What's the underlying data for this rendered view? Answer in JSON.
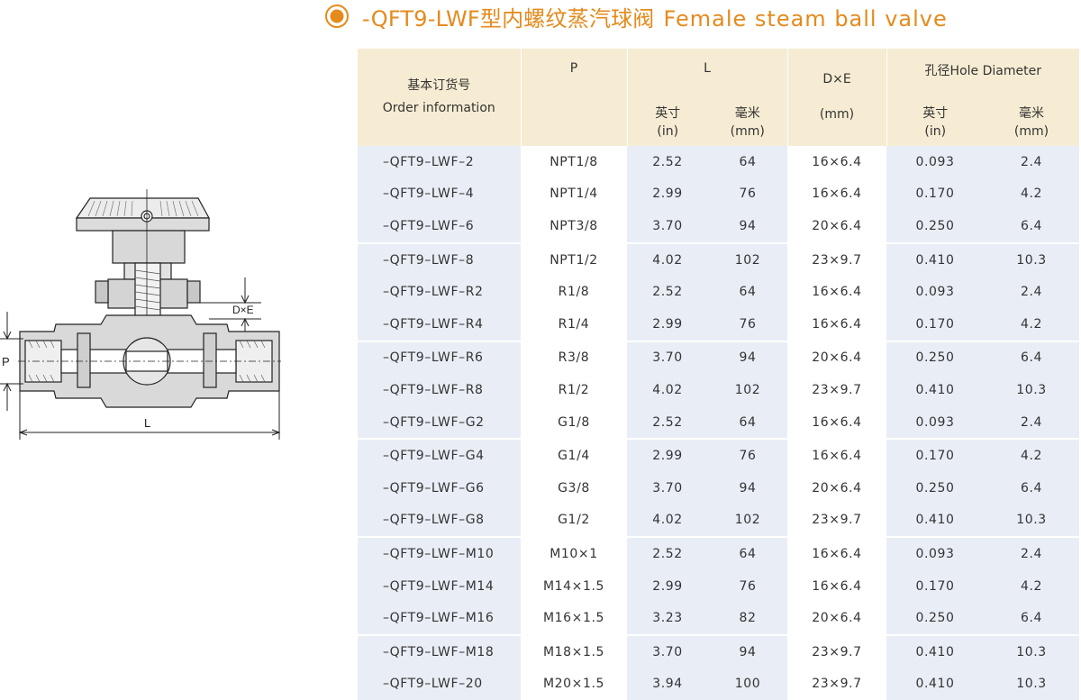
{
  "title": {
    "cn": "-QFT9-LWF型内螺纹蒸汽球阀",
    "en": "Female steam ball valve",
    "accent_color": "#e58a1d",
    "icon": "radio-bullet-icon"
  },
  "drawing": {
    "label_de": "D×E",
    "label_p": "P",
    "label_l": "L"
  },
  "table": {
    "header": {
      "order_cn": "基本订货号",
      "order_en": "Order information",
      "p": "P",
      "l": "L",
      "l_in_cn": "英寸",
      "l_in_unit": "(in)",
      "l_mm_cn": "毫米",
      "l_mm_unit": "(mm)",
      "de": "D×E",
      "de_unit": "(mm)",
      "hole": "孔径Hole Diameter",
      "hole_in_cn": "英寸",
      "hole_in_unit": "(in)",
      "hole_mm_cn": "毫米",
      "hole_mm_unit": "(mm)"
    },
    "rows": [
      {
        "order": "–QFT9–LWF–2",
        "p": "NPT1/8",
        "l_in": "2.52",
        "l_mm": "64",
        "de": "16×6.4",
        "h_in": "0.093",
        "h_mm": "2.4"
      },
      {
        "order": "–QFT9–LWF–4",
        "p": "NPT1/4",
        "l_in": "2.99",
        "l_mm": "76",
        "de": "16×6.4",
        "h_in": "0.170",
        "h_mm": "4.2"
      },
      {
        "order": "–QFT9–LWF–6",
        "p": "NPT3/8",
        "l_in": "3.70",
        "l_mm": "94",
        "de": "20×6.4",
        "h_in": "0.250",
        "h_mm": "6.4"
      },
      {
        "order": "–QFT9–LWF–8",
        "p": "NPT1/2",
        "l_in": "4.02",
        "l_mm": "102",
        "de": "23×9.7",
        "h_in": "0.410",
        "h_mm": "10.3"
      },
      {
        "order": "–QFT9–LWF–R2",
        "p": "R1/8",
        "l_in": "2.52",
        "l_mm": "64",
        "de": "16×6.4",
        "h_in": "0.093",
        "h_mm": "2.4"
      },
      {
        "order": "–QFT9–LWF–R4",
        "p": "R1/4",
        "l_in": "2.99",
        "l_mm": "76",
        "de": "16×6.4",
        "h_in": "0.170",
        "h_mm": "4.2"
      },
      {
        "order": "–QFT9–LWF–R6",
        "p": "R3/8",
        "l_in": "3.70",
        "l_mm": "94",
        "de": "20×6.4",
        "h_in": "0.250",
        "h_mm": "6.4"
      },
      {
        "order": "–QFT9–LWF–R8",
        "p": "R1/2",
        "l_in": "4.02",
        "l_mm": "102",
        "de": "23×9.7",
        "h_in": "0.410",
        "h_mm": "10.3"
      },
      {
        "order": "–QFT9–LWF–G2",
        "p": "G1/8",
        "l_in": "2.52",
        "l_mm": "64",
        "de": "16×6.4",
        "h_in": "0.093",
        "h_mm": "2.4"
      },
      {
        "order": "–QFT9–LWF–G4",
        "p": "G1/4",
        "l_in": "2.99",
        "l_mm": "76",
        "de": "16×6.4",
        "h_in": "0.170",
        "h_mm": "4.2"
      },
      {
        "order": "–QFT9–LWF–G6",
        "p": "G3/8",
        "l_in": "3.70",
        "l_mm": "94",
        "de": "20×6.4",
        "h_in": "0.250",
        "h_mm": "6.4"
      },
      {
        "order": "–QFT9–LWF–G8",
        "p": "G1/2",
        "l_in": "4.02",
        "l_mm": "102",
        "de": "23×9.7",
        "h_in": "0.410",
        "h_mm": "10.3"
      },
      {
        "order": "–QFT9–LWF–M10",
        "p": "M10×1",
        "l_in": "2.52",
        "l_mm": "64",
        "de": "16×6.4",
        "h_in": "0.093",
        "h_mm": "2.4"
      },
      {
        "order": "–QFT9–LWF–M14",
        "p": "M14×1.5",
        "l_in": "2.99",
        "l_mm": "76",
        "de": "16×6.4",
        "h_in": "0.170",
        "h_mm": "4.2"
      },
      {
        "order": "–QFT9–LWF–M16",
        "p": "M16×1.5",
        "l_in": "3.23",
        "l_mm": "82",
        "de": "20×6.4",
        "h_in": "0.250",
        "h_mm": "6.4"
      },
      {
        "order": "–QFT9–LWF–M18",
        "p": "M18×1.5",
        "l_in": "3.70",
        "l_mm": "94",
        "de": "23×9.7",
        "h_in": "0.410",
        "h_mm": "10.3"
      },
      {
        "order": "–QFT9–LWF–20",
        "p": "M20×1.5",
        "l_in": "3.94",
        "l_mm": "100",
        "de": "23×9.7",
        "h_in": "0.410",
        "h_mm": "10.3"
      }
    ]
  }
}
